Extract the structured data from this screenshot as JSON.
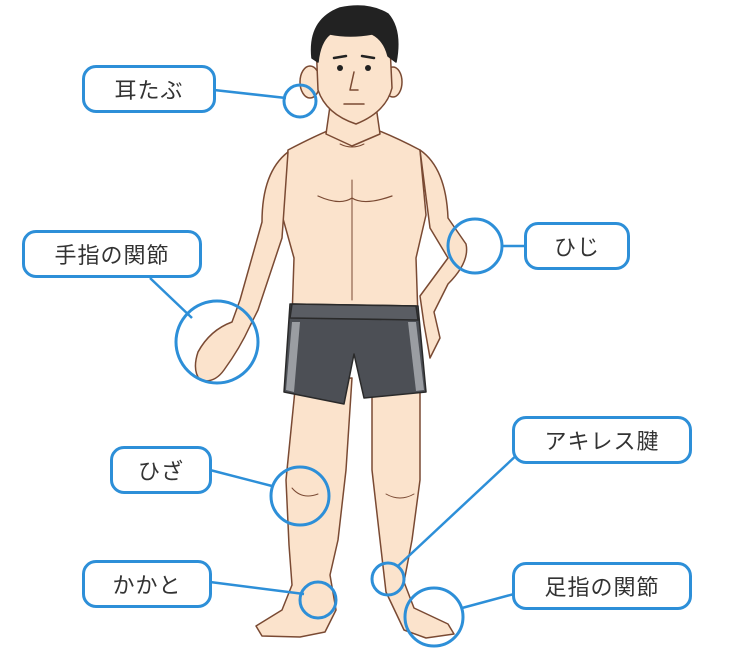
{
  "labels": {
    "earlobe": "耳たぶ",
    "finger_joint": "手指の関節",
    "elbow": "ひじ",
    "knee": "ひざ",
    "achilles": "アキレス腱",
    "heel": "かかと",
    "toe_joint": "足指の関節"
  },
  "colors": {
    "accent": "#2d8fd8",
    "skin": "#fbe3cc",
    "skin_outline": "#7a4a33",
    "hair": "#222222",
    "shorts": "#4c4f55",
    "shorts_stripe": "#9a9da2"
  }
}
